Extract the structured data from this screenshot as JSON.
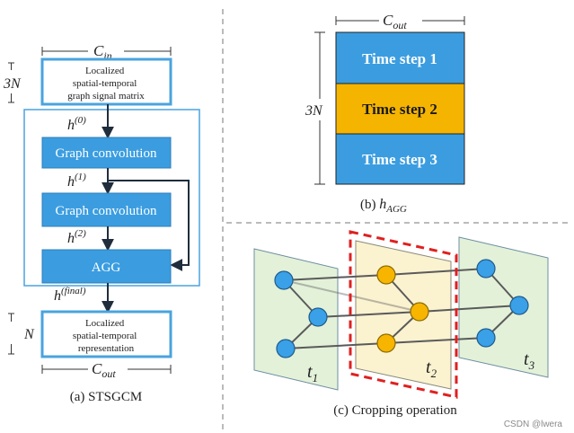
{
  "panel_a": {
    "c_in_label": "C",
    "c_in_sub": "in",
    "size_3n": "3N",
    "size_n": "N",
    "input_box_lines": [
      "Localized",
      "spatial-temporal",
      "graph signal matrix"
    ],
    "h0": "h",
    "h0_sup": "(0)",
    "graph_conv_1": "Graph convolution",
    "h1": "h",
    "h1_sup": "(1)",
    "graph_conv_2": "Graph convolution",
    "h2": "h",
    "h2_sup": "(2)",
    "agg": "AGG",
    "hfinal": "h",
    "hfinal_sup": "(final)",
    "output_box_lines": [
      "Localized",
      "spatial-temporal",
      "representation"
    ],
    "c_out_label": "C",
    "c_out_sub": "out",
    "caption": "(a) STSGCM"
  },
  "panel_b": {
    "c_out_label": "C",
    "c_out_sub": "out",
    "size_3n": "3N",
    "steps": [
      "Time step 1",
      "Time step 2",
      "Time step 3"
    ],
    "caption_prefix": "(b) ",
    "caption_h": "h",
    "caption_sub": "AGG"
  },
  "panel_c": {
    "t1": "t",
    "t1_sub": "1",
    "t2": "t",
    "t2_sub": "2",
    "t3": "t",
    "t3_sub": "3",
    "caption": "(c) Cropping operation"
  },
  "watermark": "CSDN @lwera",
  "colors": {
    "blue_box": "#3b9de0",
    "orange_box": "#f5b400",
    "frame_blue": "#4aa3df",
    "node_blue": "#3aa0e8",
    "node_orange": "#f7b500",
    "plane_green": "#e3f1d9",
    "plane_yellow": "#fbf2d0",
    "crop_red": "#e02020"
  }
}
